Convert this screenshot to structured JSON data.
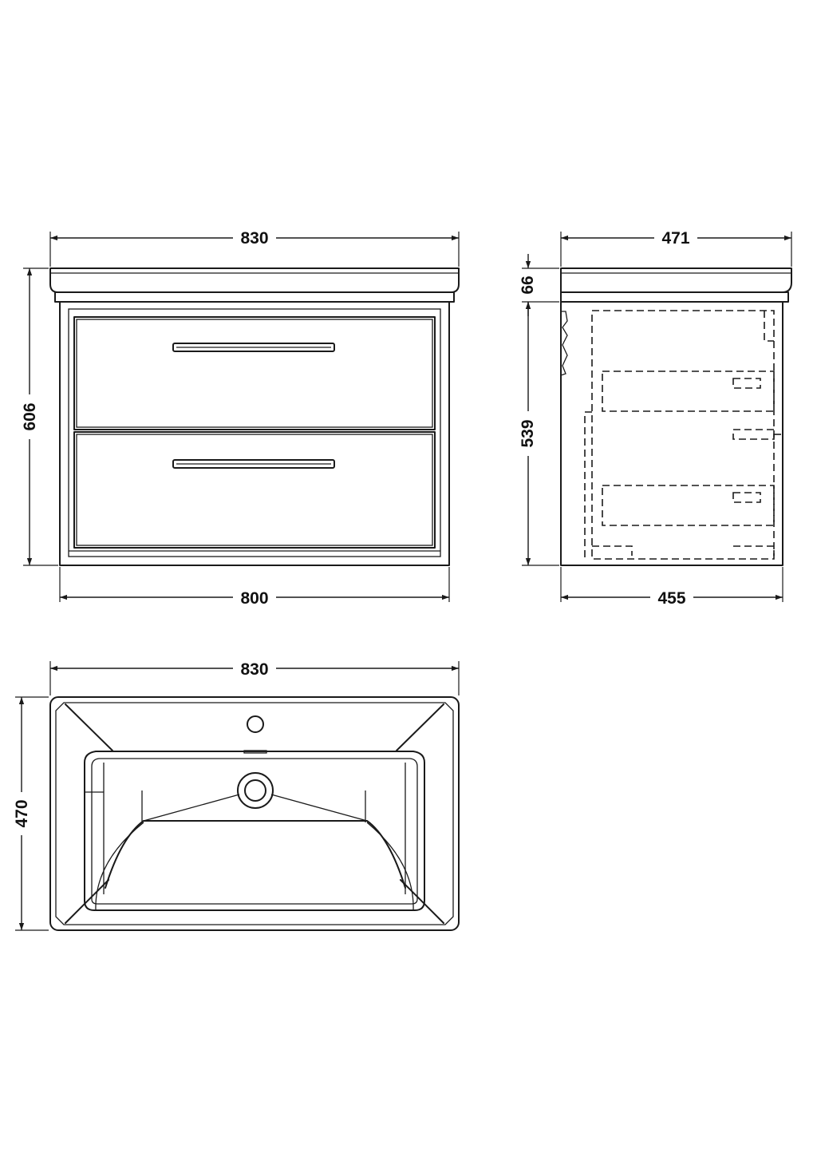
{
  "front_view": {
    "overall_width": "830",
    "overall_height": "606",
    "cabinet_width": "800"
  },
  "side_view": {
    "overall_depth": "471",
    "basin_thickness": "66",
    "cabinet_height": "539",
    "cabinet_depth": "455"
  },
  "plan_view": {
    "basin_width": "830",
    "basin_depth": "470"
  },
  "colors": {
    "line": "#1a1a1a",
    "background": "#ffffff"
  }
}
